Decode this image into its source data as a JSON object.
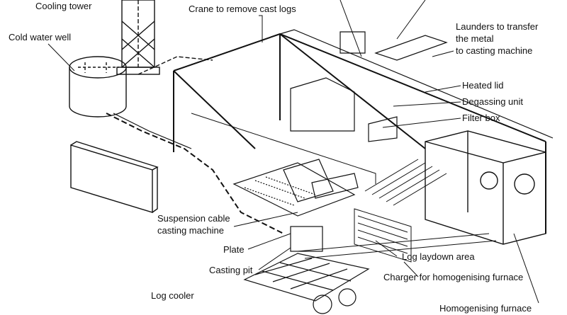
{
  "labels": {
    "cooling_tower": "Cooling tower",
    "crane": "Crane to remove cast logs",
    "cold_water_well": "Cold water well",
    "launders_1": "Launders to transfer",
    "launders_2": "the metal",
    "launders_3": "to casting machine",
    "heated_lid": "Heated lid",
    "degassing_unit": "Degassing unit",
    "filter_box": "Filter box",
    "suspension_1": "Suspension cable",
    "suspension_2": "casting machine",
    "plate": "Plate",
    "casting_pit": "Casting pit",
    "log_laydown": "Log laydown area",
    "charger": "Charger for homogenising furnace",
    "log_cooler": "Log cooler",
    "homogenising_furnace": "Homogenising furnace"
  }
}
